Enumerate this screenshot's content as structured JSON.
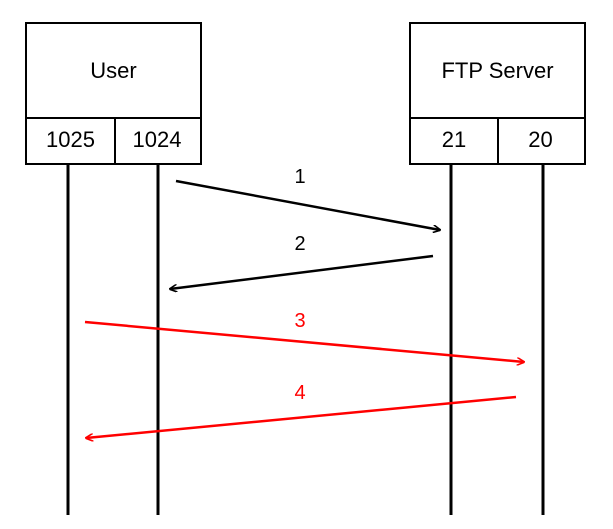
{
  "hosts": [
    {
      "title": "User",
      "ports": [
        "1025",
        "1024"
      ]
    },
    {
      "title": "FTP Server",
      "ports": [
        "21",
        "20"
      ]
    }
  ],
  "messages": [
    {
      "label": "1",
      "from": "1024",
      "to": "21",
      "color": "#000000"
    },
    {
      "label": "2",
      "from": "21",
      "to": "1024",
      "color": "#000000"
    },
    {
      "label": "3",
      "from": "1025",
      "to": "20",
      "color": "#ff0000"
    },
    {
      "label": "4",
      "from": "20",
      "to": "1025",
      "color": "#ff0000"
    }
  ]
}
